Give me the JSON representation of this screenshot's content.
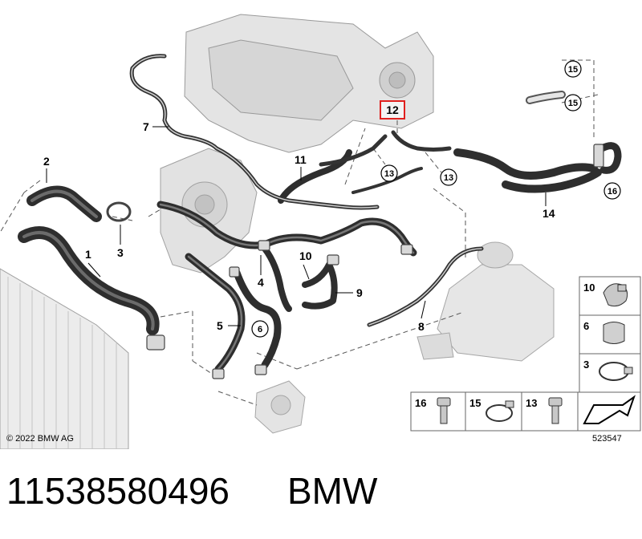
{
  "callouts": {
    "c1": "1",
    "c2": "2",
    "c3": "3",
    "c4": "4",
    "c5": "5",
    "c6": "6",
    "c7": "7",
    "c8": "8",
    "c9": "9",
    "c10": "10",
    "c11": "11",
    "c12": "12",
    "c13a": "13",
    "c13b": "13",
    "c14": "14",
    "c15a": "15",
    "c15b": "15",
    "c16": "16"
  },
  "legend": {
    "item10": "10",
    "item6": "6",
    "item3": "3",
    "item16": "16",
    "item15": "15",
    "item13": "13"
  },
  "highlight_color": "#e0201e",
  "copyright": "© 2022 BMW AG",
  "diagram_id": "523547",
  "part_number": "11538580496",
  "brand": "BMW"
}
